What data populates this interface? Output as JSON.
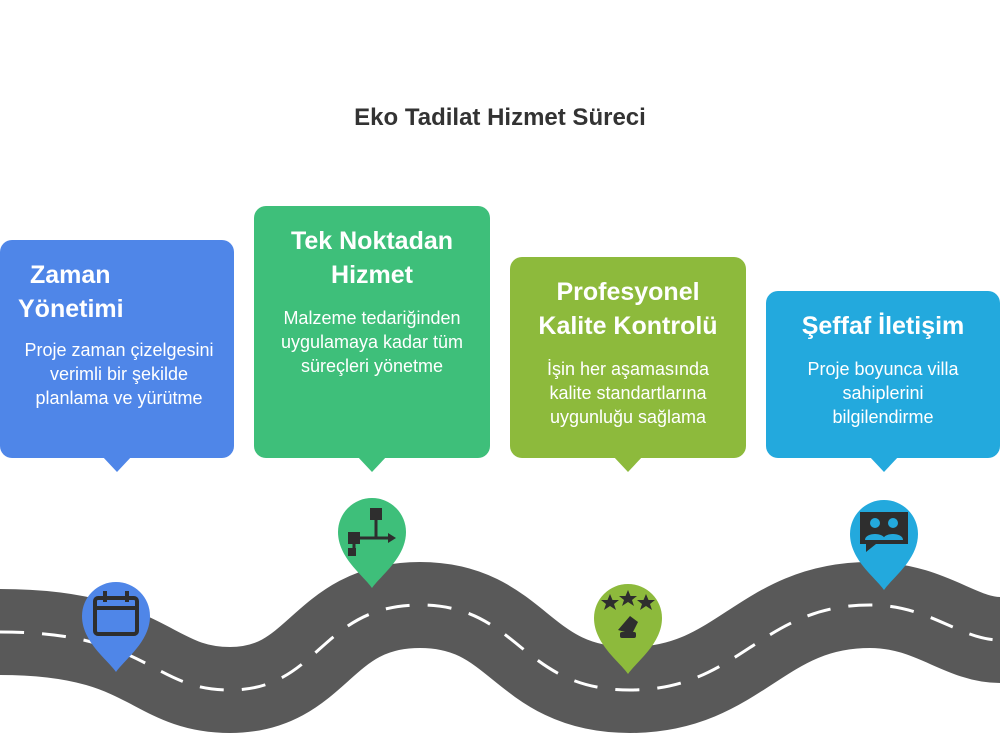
{
  "title": "Eko Tadilat Hizmet Süreci",
  "colors": {
    "blue": "#4F86E8",
    "green": "#3EBF7A",
    "lime": "#8DBA3C",
    "cyan": "#23A9DD",
    "road": "#595959",
    "road_dash": "#ffffff"
  },
  "steps": [
    {
      "title_line1": "Zaman",
      "title_line2": "Yönetimi",
      "description": "Proje zaman çizelgesini verimli bir şekilde planlama ve yürütme",
      "icon": "calendar-icon",
      "color": "#4F86E8"
    },
    {
      "title_line1": "Tek Noktadan",
      "title_line2": "Hizmet",
      "description": "Malzeme tedariğinden uygulamaya kadar tüm süreçleri yönetme",
      "icon": "workflow-icon",
      "color": "#3EBF7A"
    },
    {
      "title_line1": "Profesyonel",
      "title_line2": "Kalite Kontrolü",
      "description": "İşin her aşamasında kalite standartlarına uygunluğu sağlama",
      "icon": "rating-stars-icon",
      "color": "#8DBA3C"
    },
    {
      "title_line1": "Şeffaf İletişim",
      "title_line2": "",
      "description": "Proje boyunca villa sahiplerini bilgilendirme",
      "icon": "chat-people-icon",
      "color": "#23A9DD"
    }
  ]
}
